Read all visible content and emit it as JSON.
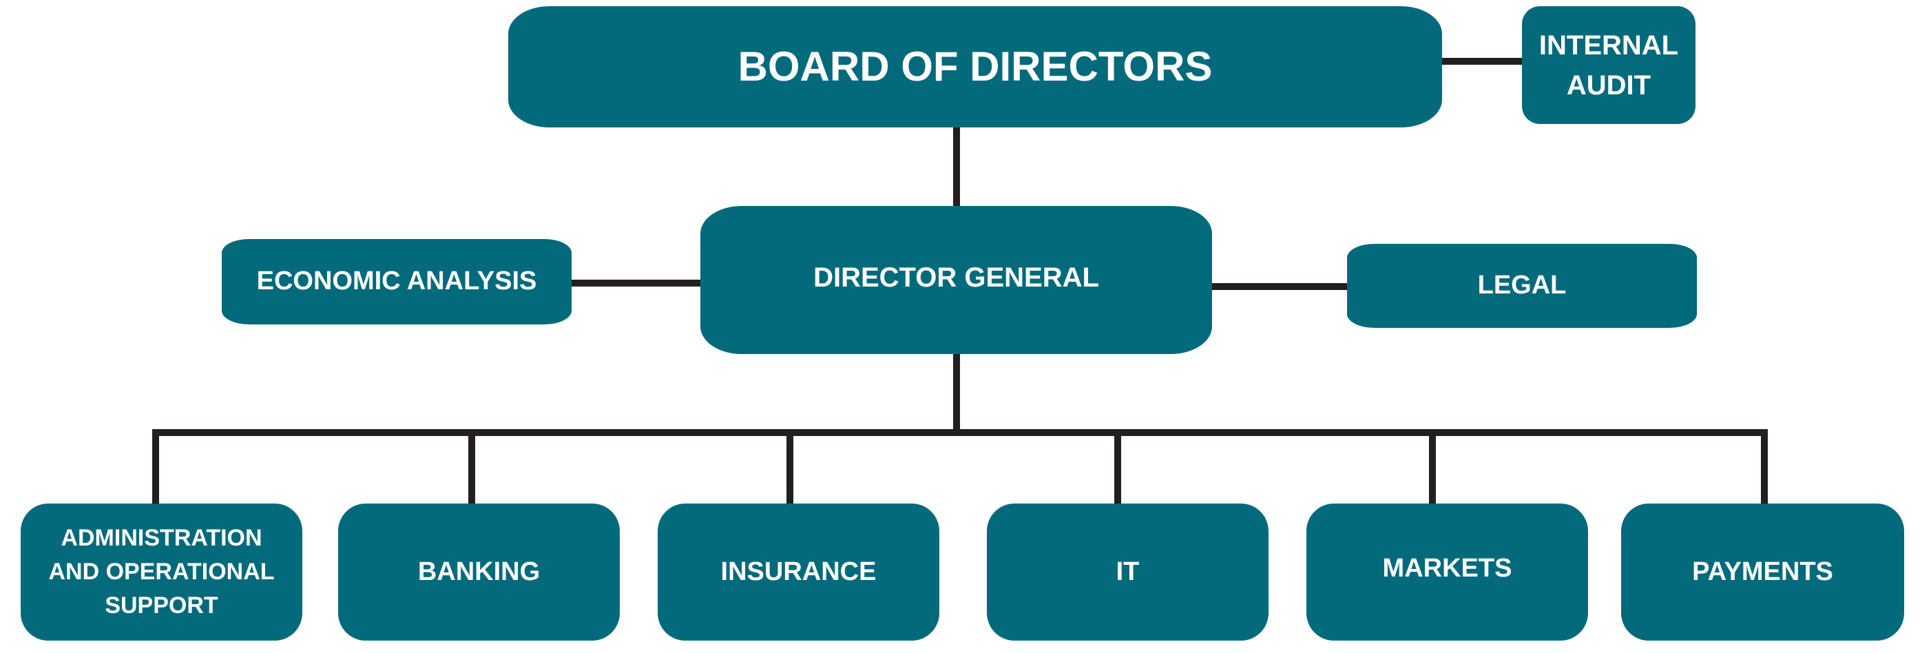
{
  "top": {
    "board": "BOARD OF DIRECTORS",
    "internal_audit": "INTERNAL AUDIT"
  },
  "middle": {
    "director_general": "DIRECTOR GENERAL",
    "economic_analysis": "ECONOMIC ANALYSIS",
    "legal": "LEGAL"
  },
  "departments": [
    "ADMINISTRATION AND OPERATIONAL SUPPORT",
    "BANKING",
    "INSURANCE",
    "IT",
    "MARKETS",
    "PAYMENTS"
  ],
  "colors": {
    "box": "#036a7c",
    "line": "#231f20",
    "text": "#ffffff"
  }
}
